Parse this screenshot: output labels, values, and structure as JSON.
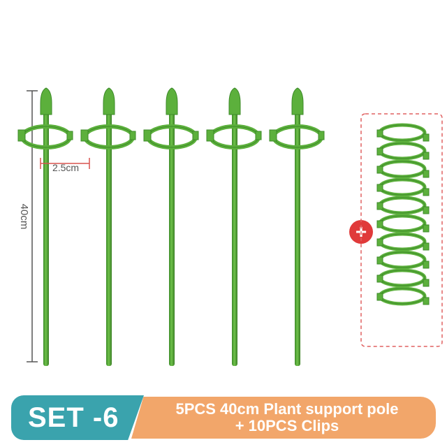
{
  "image": {
    "height_label": "40cm",
    "width_label": "2.5cm",
    "pole_count": 5,
    "clip_count": 10,
    "plus_symbol": "+",
    "colors": {
      "pole": "#4a9a32",
      "pole_light": "#6fc24a",
      "measure": "#555555",
      "dimension_accent": "#d9534f",
      "plus_badge": "#e03a3a",
      "dashed_box": "#e06060"
    }
  },
  "banner": {
    "set_label": "SET -6",
    "description_line1": "5PCS 40cm Plant support pole",
    "description_line2": "+ 10PCS Clips",
    "colors": {
      "set_bg": "#3aa3ad",
      "desc_bg": "#f2a66a",
      "text": "#ffffff"
    }
  }
}
